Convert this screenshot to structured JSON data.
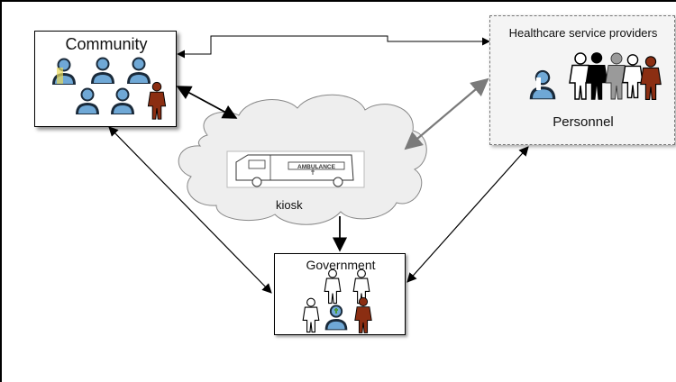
{
  "nodes": {
    "community": {
      "title": "Community"
    },
    "healthcare": {
      "title": "Healthcare service providers",
      "subtitle": "Personnel"
    },
    "government": {
      "title": "Government"
    },
    "kiosk": {
      "label": "kiosk",
      "vehicle_text": "AMBULANCE"
    }
  },
  "colors": {
    "person_blue": "#6fa8d6",
    "person_dark": "#1a2a3a",
    "person_brown": "#8b2e12",
    "person_gray": "#9a9a9a",
    "cloud_fill": "#eeeeee",
    "arrow_gray": "#7a7a7a"
  }
}
